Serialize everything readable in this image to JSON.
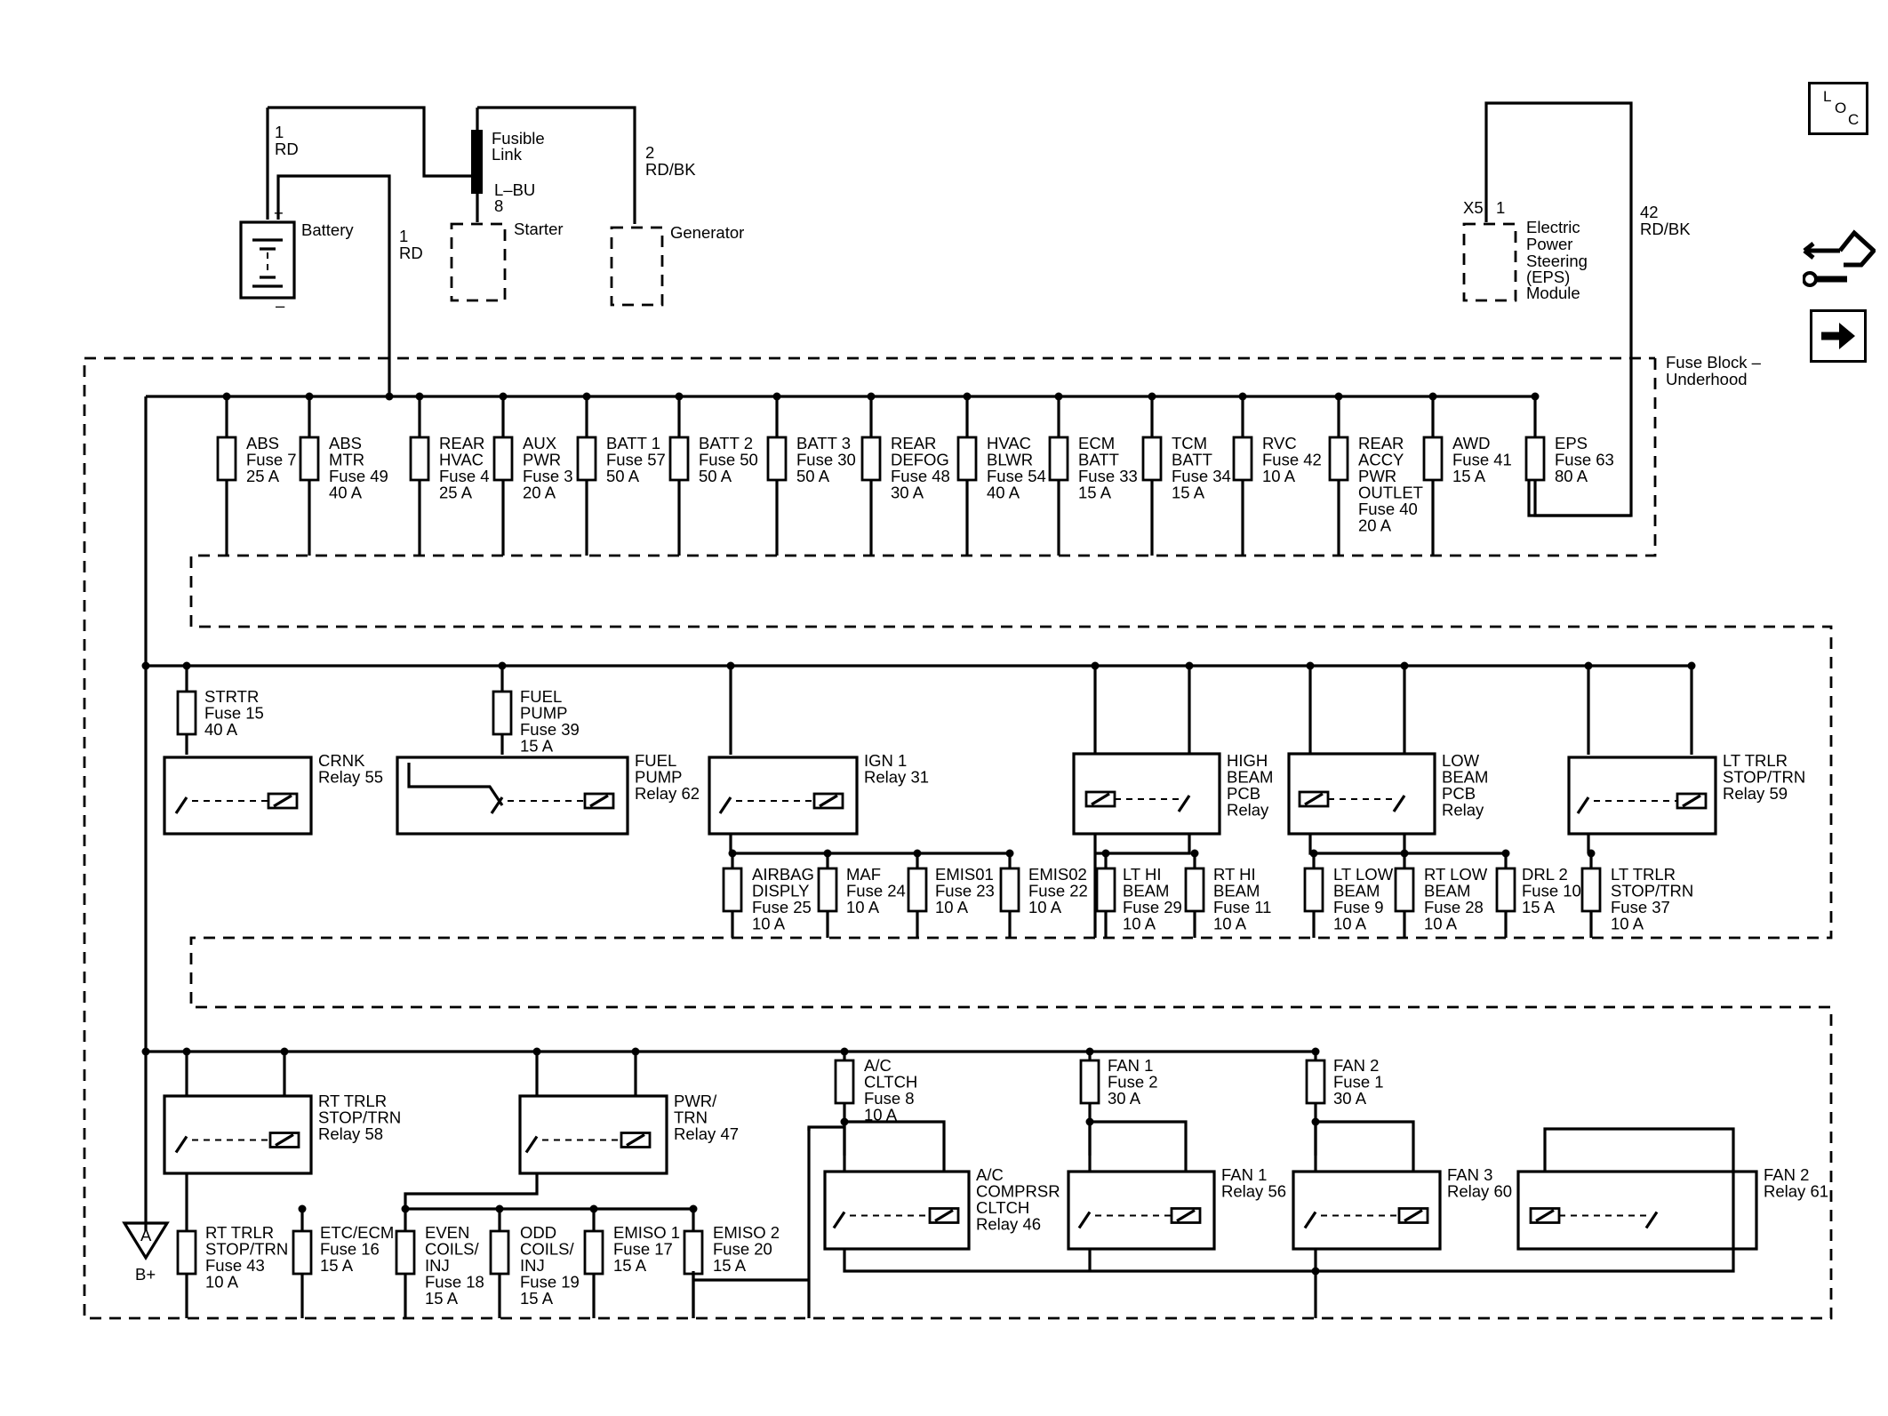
{
  "sources": {
    "battery": {
      "wire_circuit": "1",
      "wire_color": "RD",
      "label": "Battery",
      "plus": "+",
      "minus": "–",
      "wire2_circuit": "1",
      "wire2_color": "RD"
    },
    "fusible_link": {
      "line1": "Fusible",
      "line2": "Link",
      "wire_color": "L–BU",
      "wire_circuit": "8"
    },
    "starter": {
      "label": "Starter"
    },
    "generator": {
      "wire_circuit": "2",
      "wire_color": "RD/BK",
      "label": "Generator"
    },
    "eps": {
      "connector": "X5",
      "pin": "1",
      "lines": [
        "Electric",
        "Power",
        "Steering",
        "(EPS)",
        "Module"
      ],
      "wire_circuit": "42",
      "wire_color": "RD/BK"
    }
  },
  "fuse_block": {
    "line1": "Fuse Block –",
    "line2": "Underhood"
  },
  "fuses_row1": [
    {
      "lines": [
        "ABS",
        "Fuse 7",
        "25 A"
      ]
    },
    {
      "lines": [
        "ABS",
        "MTR",
        "Fuse 49",
        "40 A"
      ]
    },
    {
      "lines": [
        "REAR",
        "HVAC",
        "Fuse 4",
        "25 A"
      ]
    },
    {
      "lines": [
        "AUX",
        "PWR",
        "Fuse 3",
        "20 A"
      ]
    },
    {
      "lines": [
        "BATT 1",
        "Fuse 57",
        "50 A"
      ]
    },
    {
      "lines": [
        "BATT 2",
        "Fuse 50",
        "50 A"
      ]
    },
    {
      "lines": [
        "BATT 3",
        "Fuse 30",
        "50 A"
      ]
    },
    {
      "lines": [
        "REAR",
        "DEFOG",
        "Fuse 48",
        "30 A"
      ]
    },
    {
      "lines": [
        "HVAC",
        "BLWR",
        "Fuse 54",
        "40 A"
      ]
    },
    {
      "lines": [
        "ECM",
        "BATT",
        "Fuse 33",
        "15 A"
      ]
    },
    {
      "lines": [
        "TCM",
        "BATT",
        "Fuse 34",
        "15 A"
      ]
    },
    {
      "lines": [
        "RVC",
        "Fuse 42",
        "10 A"
      ]
    },
    {
      "lines": [
        "REAR",
        "ACCY",
        "PWR",
        "OUTLET",
        "Fuse 40",
        "20 A"
      ]
    },
    {
      "lines": [
        "AWD",
        "Fuse 41",
        "15 A"
      ]
    },
    {
      "lines": [
        "EPS",
        "Fuse 63",
        "80 A"
      ]
    }
  ],
  "fuses_row2_top": [
    {
      "lines": [
        "STRTR",
        "Fuse 15",
        "40 A"
      ]
    },
    {
      "lines": [
        "FUEL",
        "PUMP",
        "Fuse 39",
        "15 A"
      ]
    }
  ],
  "relays_row2": [
    {
      "lines": [
        "CRNK",
        "Relay 55"
      ]
    },
    {
      "lines": [
        "FUEL",
        "PUMP",
        "Relay 62"
      ]
    },
    {
      "lines": [
        "IGN 1",
        "Relay 31"
      ]
    },
    {
      "lines": [
        "HIGH",
        "BEAM",
        "PCB",
        "Relay"
      ]
    },
    {
      "lines": [
        "LOW",
        "BEAM",
        "PCB",
        "Relay"
      ]
    },
    {
      "lines": [
        "LT TRLR",
        "STOP/TRN",
        "Relay 59"
      ]
    }
  ],
  "fuses_row2_bottom": [
    {
      "lines": [
        "AIRBAG",
        "DISPLY",
        "Fuse 25",
        "10 A"
      ]
    },
    {
      "lines": [
        "MAF",
        "Fuse 24",
        "10 A"
      ]
    },
    {
      "lines": [
        "EMIS01",
        "Fuse 23",
        "10 A"
      ]
    },
    {
      "lines": [
        "EMIS02",
        "Fuse 22",
        "10 A"
      ]
    },
    {
      "lines": [
        "LT HI",
        "BEAM",
        "Fuse 29",
        "10 A"
      ]
    },
    {
      "lines": [
        "RT HI",
        "BEAM",
        "Fuse 11",
        "10 A"
      ]
    },
    {
      "lines": [
        "LT LOW",
        "BEAM",
        "Fuse 9",
        "10 A"
      ]
    },
    {
      "lines": [
        "RT LOW",
        "BEAM",
        "Fuse 28",
        "10 A"
      ]
    },
    {
      "lines": [
        "DRL 2",
        "Fuse 10",
        "15 A"
      ]
    },
    {
      "lines": [
        "LT TRLR",
        "STOP/TRN",
        "Fuse 37",
        "10 A"
      ]
    }
  ],
  "relays_row3_left": [
    {
      "lines": [
        "RT TRLR",
        "STOP/TRN",
        "Relay 58"
      ]
    },
    {
      "lines": [
        "PWR/",
        "TRN",
        "Relay 47"
      ]
    }
  ],
  "fuses_row3_bottom": [
    {
      "lines": [
        "RT TRLR",
        "STOP/TRN",
        "Fuse 43",
        "10 A"
      ]
    },
    {
      "lines": [
        "ETC/ECM",
        "Fuse 16",
        "15 A"
      ]
    },
    {
      "lines": [
        "EVEN",
        "COILS/",
        "INJ",
        "Fuse 18",
        "15 A"
      ]
    },
    {
      "lines": [
        "ODD",
        "COILS/",
        "INJ",
        "Fuse 19",
        "15 A"
      ]
    },
    {
      "lines": [
        "EMISO 1",
        "Fuse 17",
        "15 A"
      ]
    },
    {
      "lines": [
        "EMISO 2",
        "Fuse 20",
        "15 A"
      ]
    }
  ],
  "fuses_row3_top": [
    {
      "lines": [
        "A/C",
        "CLTCH",
        "Fuse 8",
        "10 A"
      ]
    },
    {
      "lines": [
        "FAN 1",
        "Fuse 2",
        "30 A"
      ]
    },
    {
      "lines": [
        "FAN 2",
        "Fuse 1",
        "30 A"
      ]
    }
  ],
  "relays_row3_right": [
    {
      "lines": [
        "A/C",
        "COMPRSR",
        "CLTCH",
        "Relay 46"
      ]
    },
    {
      "lines": [
        "FAN 1",
        "Relay 56"
      ]
    },
    {
      "lines": [
        "FAN 3",
        "Relay 60"
      ]
    },
    {
      "lines": [
        "FAN 2",
        "Relay 61"
      ]
    }
  ],
  "offpage": {
    "letter": "A",
    "label": "B+"
  },
  "nav": {
    "loc_l": "L",
    "loc_o": "O",
    "loc_c": "C",
    "next_icon": "arrow-right-icon",
    "service_icon": "service-tools-icon"
  }
}
